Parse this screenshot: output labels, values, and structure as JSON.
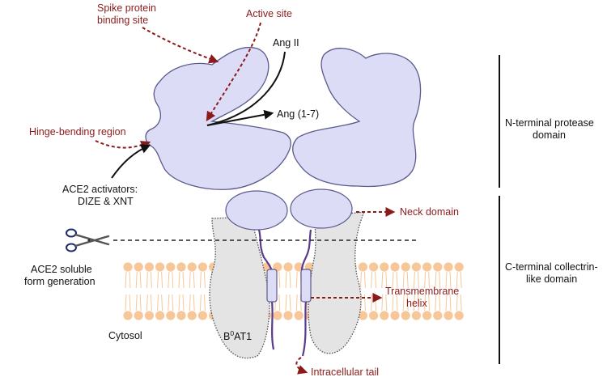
{
  "labels": {
    "spike_line1": "Spike protein",
    "spike_line2": "binding site",
    "active_site": "Active site",
    "ang_ii": "Ang II",
    "ang_17": "Ang (1-7)",
    "hinge": "Hinge-bending region",
    "activators_line1": "ACE2 activators:",
    "activators_line2": "DIZE & XNT",
    "neck": "Neck domain",
    "soluble_line1": "ACE2 soluble",
    "soluble_line2": "form generation",
    "transmembrane_line1": "Transmembrane",
    "transmembrane_line2": "helix",
    "cytosol": "Cytosol",
    "b0at1_prefix": "B",
    "b0at1_sup": "0",
    "b0at1_suffix": "AT1",
    "intracellular": "Intracellular tail",
    "n_terminal_line1": "N-terminal protease",
    "n_terminal_line2": "domain",
    "c_terminal_line1": "C-terminal collectrin-",
    "c_terminal_line2": "like domain"
  },
  "colors": {
    "protein_fill": "#dcdcf7",
    "protein_stroke": "#5a5a8c",
    "transporter_fill": "#e4e4e4",
    "membrane_head": "#f7c79a",
    "annotation_red": "#8b1a1a",
    "annotation_black": "#111111"
  },
  "icons": {
    "scissors": "scissors-icon"
  }
}
